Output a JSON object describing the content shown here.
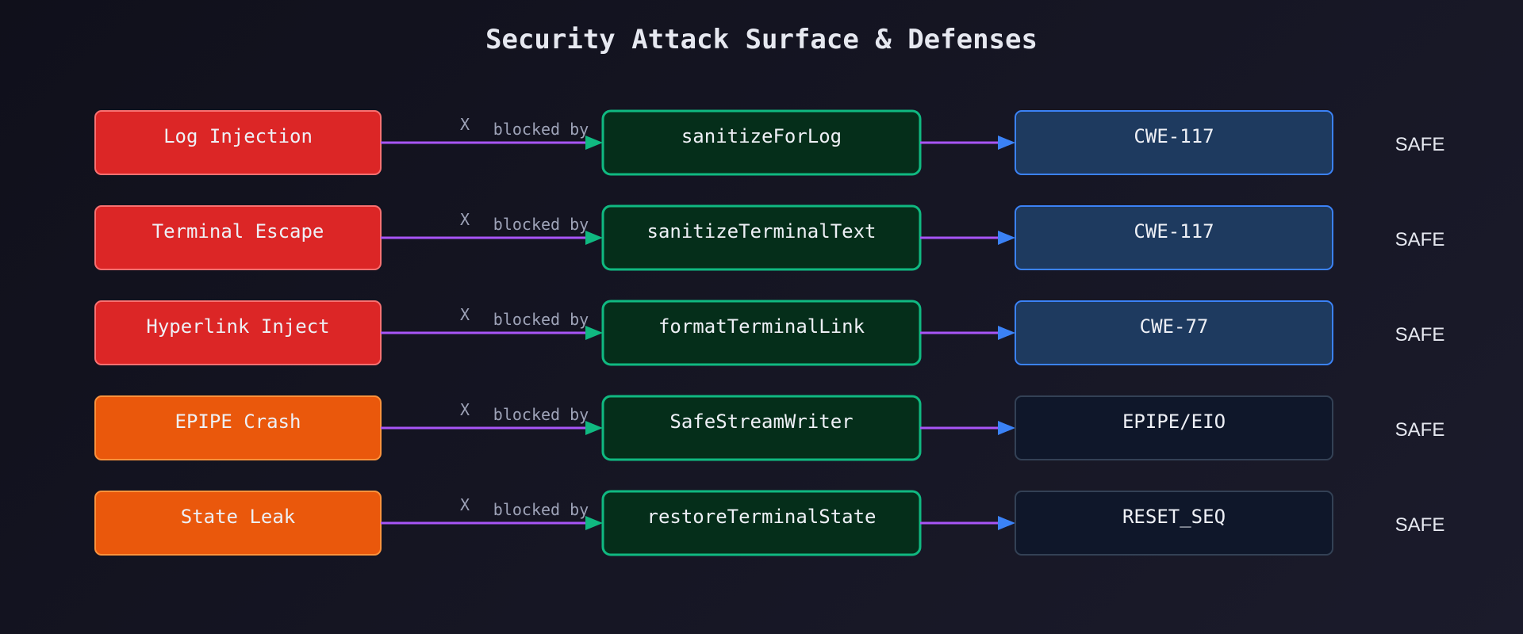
{
  "title": "Security Attack Surface & Defenses",
  "colors": {
    "critical_fill": "#dc2626",
    "critical_border": "#f87171",
    "high_fill": "#ea580c",
    "high_border": "#fb923c",
    "defense_fill": "#052e1a",
    "defense_border": "#10b981",
    "cwe_fill": "#1e3a5f",
    "cwe_border": "#3b82f6",
    "mechanism_fill": "#0f172a",
    "mechanism_border": "#334155",
    "edge_block": "#a855f7",
    "arrow_green": "#10b981",
    "arrow_blue": "#3b82f6"
  },
  "rows": [
    {
      "attack": "Log Injection",
      "severity": "critical",
      "marker": "X",
      "edge_label": "blocked by",
      "defense": "sanitizeForLog",
      "reference": "CWE-117",
      "reference_kind": "cwe",
      "status": "SAFE"
    },
    {
      "attack": "Terminal Escape",
      "severity": "critical",
      "marker": "X",
      "edge_label": "blocked by",
      "defense": "sanitizeTerminalText",
      "reference": "CWE-117",
      "reference_kind": "cwe",
      "status": "SAFE"
    },
    {
      "attack": "Hyperlink Inject",
      "severity": "critical",
      "marker": "X",
      "edge_label": "blocked by",
      "defense": "formatTerminalLink",
      "reference": "CWE-77",
      "reference_kind": "cwe",
      "status": "SAFE"
    },
    {
      "attack": "EPIPE Crash",
      "severity": "high",
      "marker": "X",
      "edge_label": "blocked by",
      "defense": "SafeStreamWriter",
      "reference": "EPIPE/EIO",
      "reference_kind": "mechanism",
      "status": "SAFE"
    },
    {
      "attack": "State Leak",
      "severity": "high",
      "marker": "X",
      "edge_label": "blocked by",
      "defense": "restoreTerminalState",
      "reference": "RESET_SEQ",
      "reference_kind": "mechanism",
      "status": "SAFE"
    }
  ]
}
